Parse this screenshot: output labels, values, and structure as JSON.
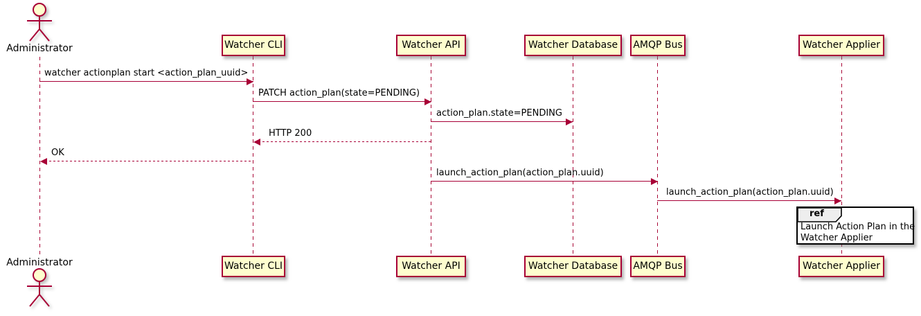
{
  "diagram_type": "sequence",
  "actor": {
    "name": "Administrator"
  },
  "participants": [
    {
      "name": "Watcher CLI"
    },
    {
      "name": "Watcher API"
    },
    {
      "name": "Watcher Database"
    },
    {
      "name": "AMQP Bus"
    },
    {
      "name": "Watcher Applier"
    }
  ],
  "messages": [
    {
      "from": "Administrator",
      "to": "Watcher CLI",
      "text": "watcher actionplan start <action_plan_uuid>",
      "line_style": "solid"
    },
    {
      "from": "Watcher CLI",
      "to": "Watcher API",
      "text": "PATCH action_plan(state=PENDING)",
      "line_style": "solid"
    },
    {
      "from": "Watcher API",
      "to": "Watcher Database",
      "text": "action_plan.state=PENDING",
      "line_style": "solid"
    },
    {
      "from": "Watcher API",
      "to": "Watcher CLI",
      "text": "HTTP 200",
      "line_style": "dashed"
    },
    {
      "from": "Watcher CLI",
      "to": "Administrator",
      "text": "OK",
      "line_style": "dashed"
    },
    {
      "from": "Watcher API",
      "to": "AMQP Bus",
      "text": "launch_action_plan(action_plan.uuid)",
      "line_style": "solid"
    },
    {
      "from": "AMQP Bus",
      "to": "Watcher Applier",
      "text": "launch_action_plan(action_plan.uuid)",
      "line_style": "solid"
    }
  ],
  "ref_fragment": {
    "keyword": "ref",
    "lines": [
      "Launch Action Plan in the",
      "Watcher Applier"
    ]
  },
  "colors": {
    "participant_fill": "#FEFECE",
    "participant_border": "#A80036",
    "arrow": "#A80036",
    "lifeline": "#A80036",
    "ref_border": "#000000",
    "ref_header_fill": "#EEEEEE",
    "text": "#000000",
    "background": "#FFFFFF"
  }
}
